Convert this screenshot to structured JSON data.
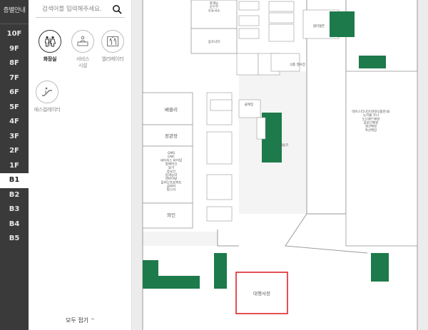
{
  "floor_nav": {
    "title": "층별안내",
    "floors": [
      "10F",
      "9F",
      "8F",
      "7F",
      "6F",
      "5F",
      "4F",
      "3F",
      "2F",
      "1F",
      "B1",
      "B2",
      "B3",
      "B4",
      "B5"
    ],
    "active": "B1"
  },
  "search": {
    "placeholder": "검색어를 입력해주세요."
  },
  "amenities": [
    {
      "label": "화장실",
      "icon": "restroom-icon",
      "selected": true
    },
    {
      "label": "서비스\n시설",
      "icon": "service-desk-icon",
      "selected": false
    },
    {
      "label": "엘리베이터",
      "icon": "elevator-icon",
      "selected": false
    },
    {
      "label": "에스컬레이터",
      "icon": "escalator-icon",
      "selected": false
    }
  ],
  "collapse_all": "모두 접기",
  "map": {
    "labels": {
      "top_store": "풍계농\n순두부\n우동국수",
      "store_a": "용호낙지",
      "beggeul": "베즐리",
      "jungkwanjang": "정관장",
      "gms": "GMS\nGNC\n네이처스 바이탈\n할레마크\n늘가\n송요인\n빕게농약\n엔바이탈\n올리브프로파트\n골바라\n펍스더",
      "wine": "와인",
      "tastyroad": "테이스티나인(현대식품관내)\n능지몰 코너\n노브랜드매장\n올로브매장\n생선매장\n축산매장",
      "main_market": "대행사장",
      "guide_center": "델리델픈",
      "delivery": "배송코",
      "small_1": "꽃매장",
      "small_2": "식품 행사장"
    },
    "colors": {
      "green": "#1d7a4a",
      "highlight": "#e0252a",
      "store_fill": "#ffffff",
      "corridor": "#f2f2f2"
    }
  }
}
